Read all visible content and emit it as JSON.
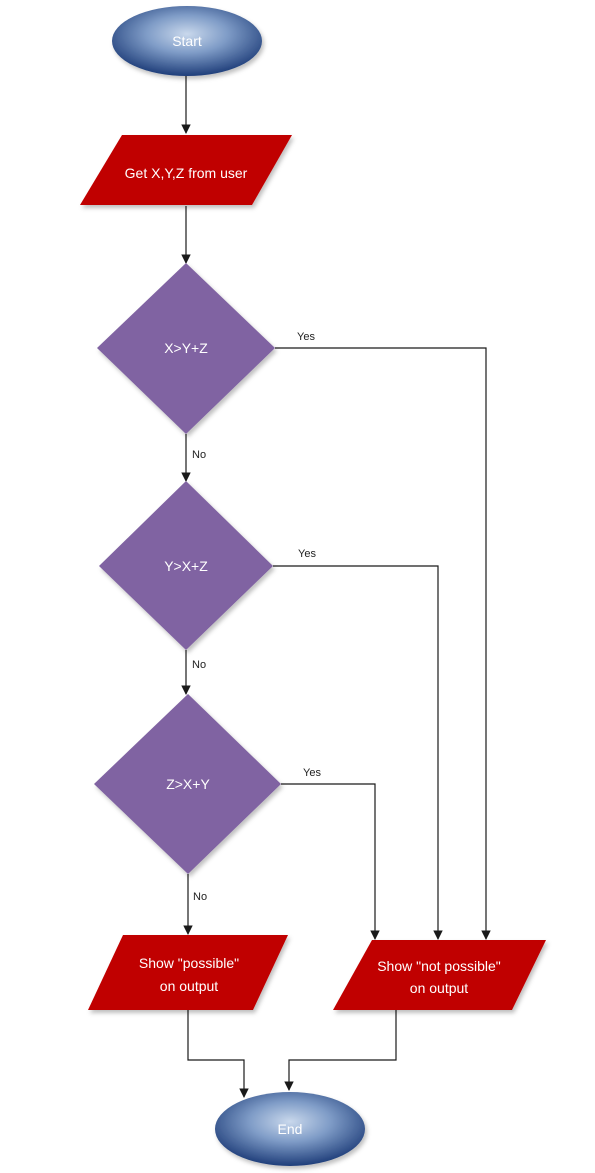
{
  "colors": {
    "terminator_light": "#b9cbe3",
    "terminator_dark": "#1f3e7a",
    "io_fill": "#c00000",
    "decision_fill": "#8064a2",
    "edge_stroke": "#1a1a1a"
  },
  "nodes": {
    "start": {
      "label": "Start"
    },
    "input": {
      "label": "Get X,Y,Z from user"
    },
    "decision1": {
      "label": "X>Y+Z"
    },
    "decision2": {
      "label": "Y>X+Z"
    },
    "decision3": {
      "label": "Z>X+Y"
    },
    "possible": {
      "line1": "Show \"possible\"",
      "line2": "on output"
    },
    "not_possible": {
      "line1": "Show \"not possible\"",
      "line2": "on output"
    },
    "end": {
      "label": "End"
    }
  },
  "edges": {
    "d1_yes": "Yes",
    "d1_no": "No",
    "d2_yes": "Yes",
    "d2_no": "No",
    "d3_yes": "Yes",
    "d3_no": "No"
  }
}
